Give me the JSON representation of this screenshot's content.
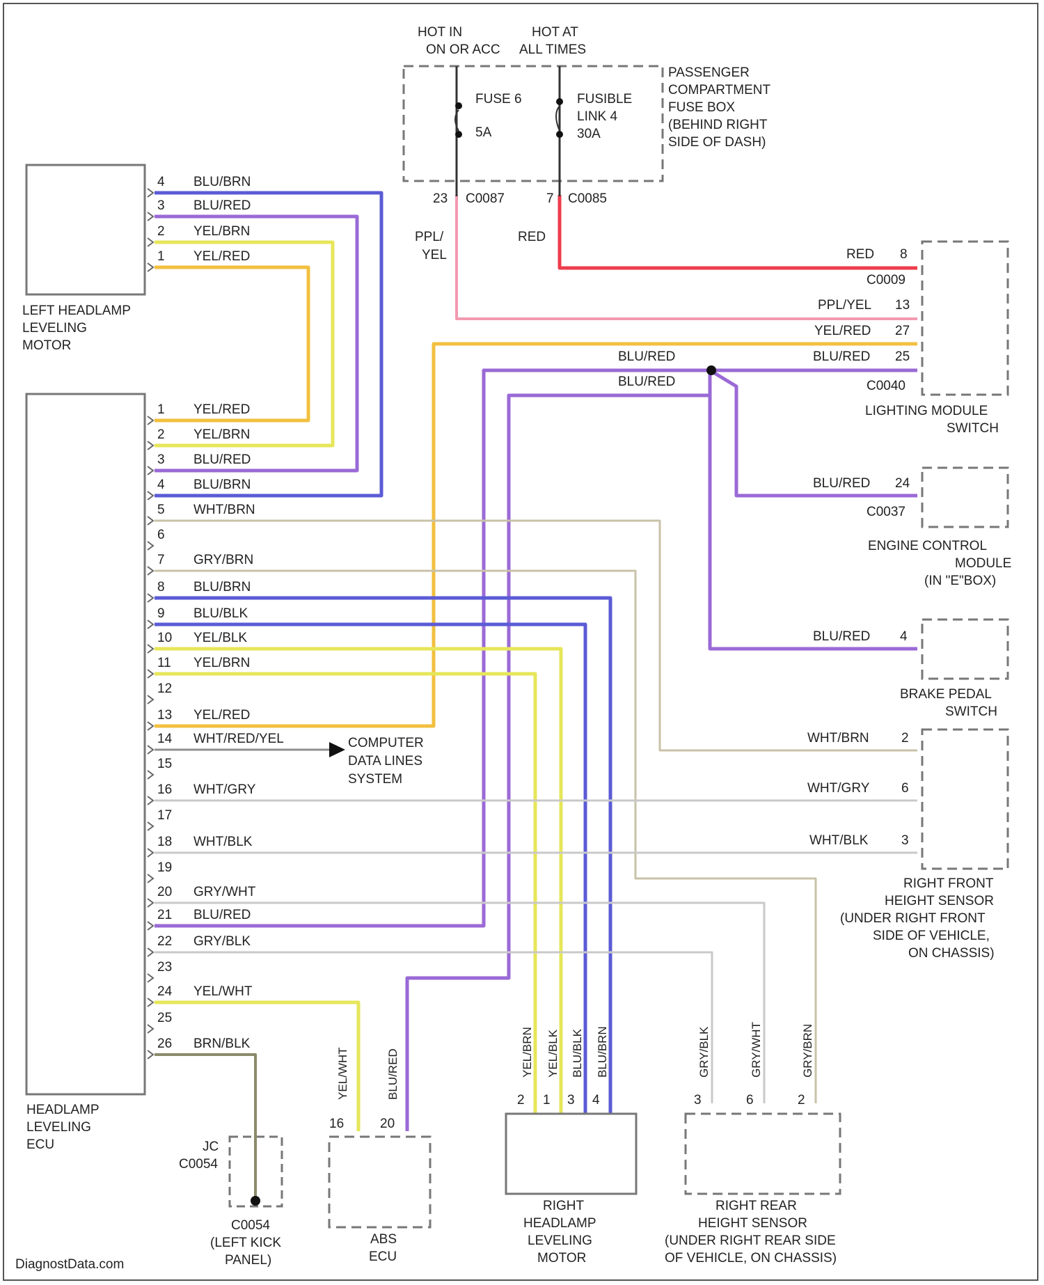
{
  "fuse_box": {
    "power_left_1": "HOT IN",
    "power_left_2": "ON OR ACC",
    "power_right_1": "HOT AT",
    "power_right_2": "ALL TIMES",
    "fuse_left_1": "FUSE 6",
    "fuse_left_2": "5A",
    "fuse_right_1": "FUSIBLE",
    "fuse_right_2": "LINK 4",
    "fuse_right_3": "30A",
    "name": [
      "PASSENGER",
      "COMPARTMENT",
      "FUSE BOX",
      "(BEHIND RIGHT",
      "SIDE OF DASH)"
    ],
    "pin_left": "23",
    "conn_left": "C0087",
    "pin_right": "7",
    "conn_right": "C0085",
    "wire_left": [
      "PPL/",
      "YEL"
    ],
    "wire_right": "RED"
  },
  "left_headlamp": {
    "name": [
      "LEFT HEADLAMP",
      "LEVELING",
      "MOTOR"
    ],
    "pins": [
      {
        "pin": "4",
        "wire": "BLU/BRN"
      },
      {
        "pin": "3",
        "wire": "BLU/RED"
      },
      {
        "pin": "2",
        "wire": "YEL/BRN"
      },
      {
        "pin": "1",
        "wire": "YEL/RED"
      }
    ]
  },
  "ecu": {
    "name": [
      "HEADLAMP",
      "LEVELING",
      "ECU"
    ],
    "pins": [
      {
        "pin": "1",
        "wire": "YEL/RED"
      },
      {
        "pin": "2",
        "wire": "YEL/BRN"
      },
      {
        "pin": "3",
        "wire": "BLU/RED"
      },
      {
        "pin": "4",
        "wire": "BLU/BRN"
      },
      {
        "pin": "5",
        "wire": "WHT/BRN"
      },
      {
        "pin": "6",
        "wire": ""
      },
      {
        "pin": "7",
        "wire": "GRY/BRN"
      },
      {
        "pin": "8",
        "wire": "BLU/BRN"
      },
      {
        "pin": "9",
        "wire": "BLU/BLK"
      },
      {
        "pin": "10",
        "wire": "YEL/BLK"
      },
      {
        "pin": "11",
        "wire": "YEL/BRN"
      },
      {
        "pin": "12",
        "wire": ""
      },
      {
        "pin": "13",
        "wire": "YEL/RED"
      },
      {
        "pin": "14",
        "wire": "WHT/RED/YEL"
      },
      {
        "pin": "15",
        "wire": ""
      },
      {
        "pin": "16",
        "wire": "WHT/GRY"
      },
      {
        "pin": "17",
        "wire": ""
      },
      {
        "pin": "18",
        "wire": "WHT/BLK"
      },
      {
        "pin": "19",
        "wire": ""
      },
      {
        "pin": "20",
        "wire": "GRY/WHT"
      },
      {
        "pin": "21",
        "wire": "BLU/RED"
      },
      {
        "pin": "22",
        "wire": "GRY/BLK"
      },
      {
        "pin": "23",
        "wire": ""
      },
      {
        "pin": "24",
        "wire": "YEL/WHT"
      },
      {
        "pin": "25",
        "wire": ""
      },
      {
        "pin": "26",
        "wire": "BRN/BLK"
      }
    ]
  },
  "computer_data_lines": [
    "COMPUTER",
    "DATA LINES",
    "SYSTEM"
  ],
  "lighting_module": {
    "name": [
      "LIGHTING MODULE",
      "SWITCH"
    ],
    "pin_red": "8",
    "wire_red": "RED",
    "conn_top": "C0009",
    "pin_ppl": "13",
    "wire_ppl": "PPL/YEL",
    "pin_yel": "27",
    "wire_yel": "YEL/RED",
    "pin_blu": "25",
    "wire_blu": "BLU/RED",
    "conn_bottom": "C0040"
  },
  "splice_labels": {
    "upper": "BLU/RED",
    "lower": "BLU/RED"
  },
  "engine_module": {
    "name": [
      "ENGINE CONTROL",
      "MODULE",
      "(IN \"E\"BOX)"
    ],
    "pin": "24",
    "wire": "BLU/RED",
    "conn": "C0037"
  },
  "brake_switch": {
    "name": [
      "BRAKE PEDAL",
      "SWITCH"
    ],
    "pin": "4",
    "wire": "BLU/RED"
  },
  "right_front_sensor": {
    "name": [
      "RIGHT FRONT",
      "HEIGHT SENSOR",
      "(UNDER RIGHT FRONT",
      "SIDE OF VEHICLE,",
      "ON CHASSIS)"
    ],
    "pins": [
      {
        "pin": "2",
        "wire": "WHT/BRN"
      },
      {
        "pin": "6",
        "wire": "WHT/GRY"
      },
      {
        "pin": "3",
        "wire": "WHT/BLK"
      }
    ]
  },
  "ground": {
    "jc": "JC",
    "conn": "C0054",
    "name": [
      "C0054",
      "(LEFT KICK",
      "PANEL)"
    ]
  },
  "abs_ecu": {
    "name": [
      "ABS",
      "ECU"
    ],
    "pins": [
      {
        "pin": "16",
        "wire": "YEL/WHT"
      },
      {
        "pin": "20",
        "wire": "BLU/RED"
      }
    ]
  },
  "right_headlamp": {
    "name": [
      "RIGHT",
      "HEADLAMP",
      "LEVELING",
      "MOTOR"
    ],
    "pins": [
      {
        "pin": "2",
        "wire": "YEL/BRN"
      },
      {
        "pin": "1",
        "wire": "YEL/BLK"
      },
      {
        "pin": "3",
        "wire": "BLU/BLK"
      },
      {
        "pin": "4",
        "wire": "BLU/BRN"
      }
    ]
  },
  "right_rear_sensor": {
    "name": [
      "RIGHT REAR",
      "HEIGHT SENSOR",
      "(UNDER RIGHT REAR SIDE",
      "OF VEHICLE, ON CHASSIS)"
    ],
    "pins": [
      {
        "pin": "3",
        "wire": "GRY/BLK"
      },
      {
        "pin": "6",
        "wire": "GRY/WHT"
      },
      {
        "pin": "2",
        "wire": "GRY/BRN"
      }
    ]
  },
  "watermark": "DiagnostData.com",
  "colors": {
    "blue": "#5b5bd6",
    "purple": "#9a6ad6",
    "yellow": "#e6e65a",
    "orange": "#f2c040",
    "red": "#ee3c4c",
    "pink": "#f29ab0",
    "gray": "#c9c9c9",
    "olive": "#8b8a6a",
    "tan": "#c8c2a8"
  }
}
